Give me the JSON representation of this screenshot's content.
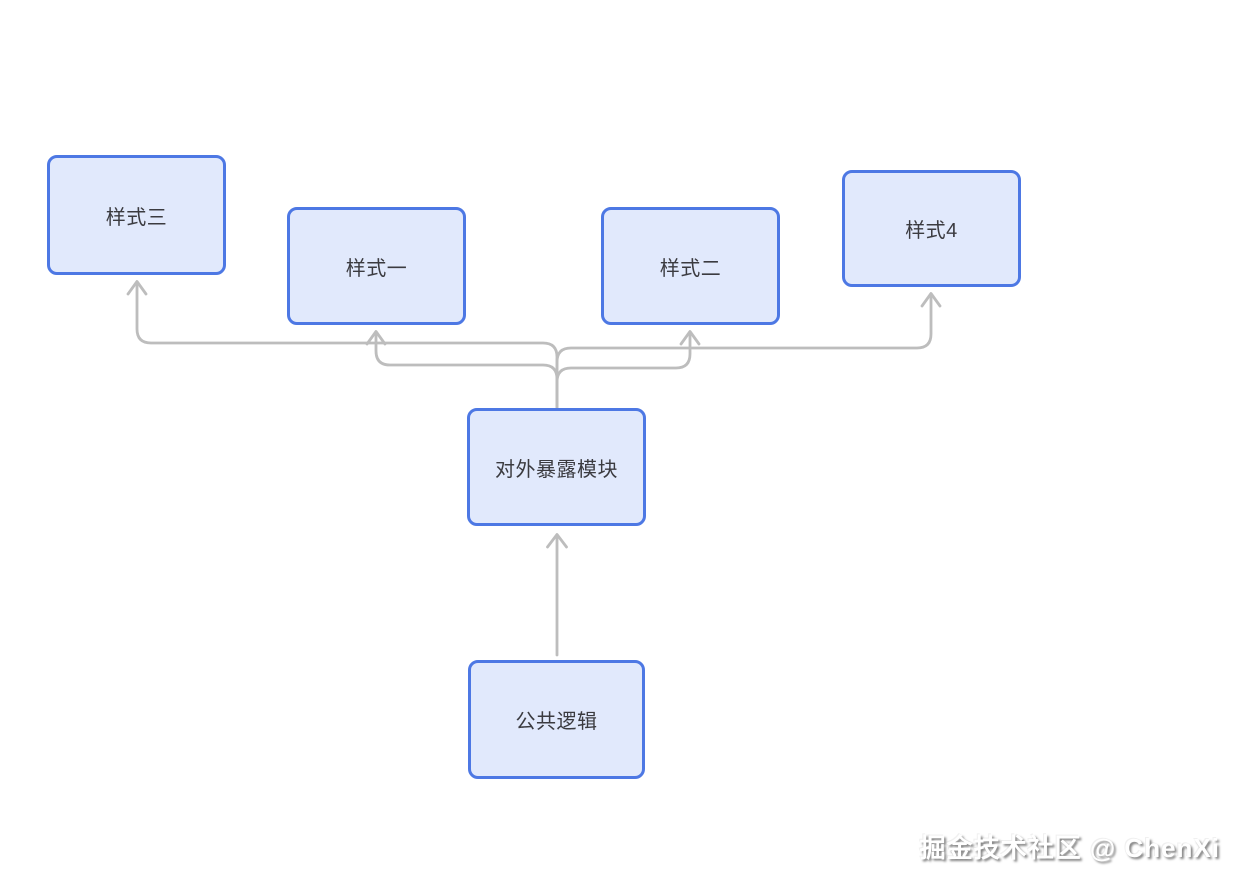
{
  "diagram": {
    "nodes": [
      {
        "id": "style3",
        "label": "样式三"
      },
      {
        "id": "style1",
        "label": "样式一"
      },
      {
        "id": "style2",
        "label": "样式二"
      },
      {
        "id": "style4",
        "label": "样式4"
      },
      {
        "id": "expose",
        "label": "对外暴露模块"
      },
      {
        "id": "common",
        "label": "公共逻辑"
      }
    ],
    "edges": [
      {
        "from": "公共逻辑",
        "to": "对外暴露模块"
      },
      {
        "from": "对外暴露模块",
        "to": "样式三"
      },
      {
        "from": "对外暴露模块",
        "to": "样式一"
      },
      {
        "from": "对外暴露模块",
        "to": "样式二"
      },
      {
        "from": "对外暴露模块",
        "to": "样式4"
      }
    ],
    "colors": {
      "node_border": "#4d78e4",
      "node_fill": "#e1e9fc",
      "node_label": "#3b3b40",
      "connector": "#bdbdbd",
      "background": "#ffffff",
      "watermark": "#ffffff"
    }
  },
  "watermark": {
    "text": "掘金技术社区 @ ChenXi"
  }
}
